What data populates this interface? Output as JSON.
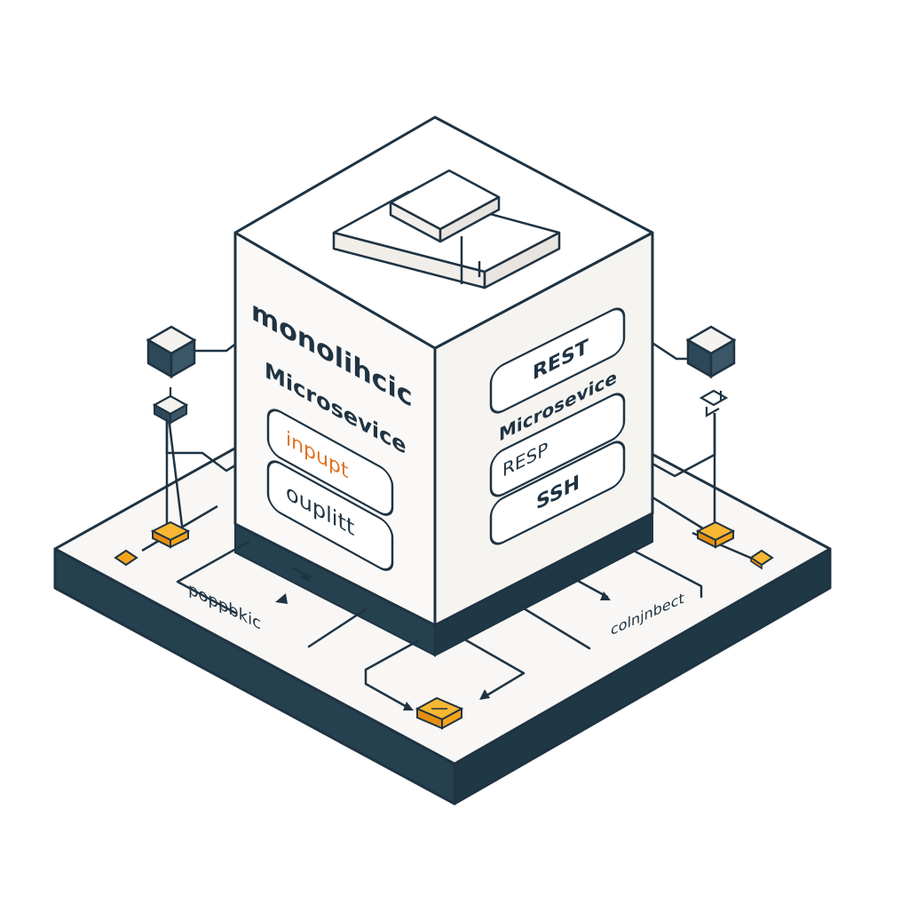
{
  "colors": {
    "background": "#ffffff",
    "cube_face": "#fbf9f7",
    "cube_shade": "#f3f0ec",
    "outline": "#1f3342",
    "base_side": "#25414f",
    "accent": "#f5a31a",
    "accent_text": "#e07020"
  },
  "cube": {
    "left_face": {
      "title": "monolihcic",
      "subtitle": "Microsevice",
      "boxes": [
        {
          "label": "inpupt",
          "color": "accent"
        },
        {
          "label": "ouplitt",
          "color": "outline"
        }
      ]
    },
    "right_face": {
      "boxes": [
        {
          "label": "REST"
        },
        {
          "label": "RESP"
        },
        {
          "label": "SSH"
        }
      ],
      "label": "Microsevice"
    }
  },
  "base": {
    "left_label": "poppbkic",
    "right_label": "colnjnbect"
  },
  "icons": {
    "node_left": "server-node-icon",
    "node_right": "server-node-icon",
    "connector_left": "plug-icon",
    "connector_right": "link-icon",
    "accent_blocks": "accent-block-icon"
  }
}
